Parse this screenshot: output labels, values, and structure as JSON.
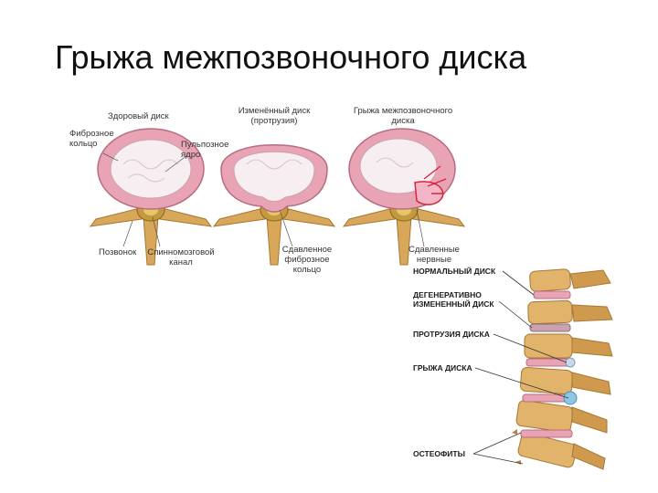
{
  "slide": {
    "title": "Грыжа межпозвоночного диска"
  },
  "top_panel": {
    "healthy": {
      "caption": "Здоровый диск",
      "fibrous_ring": "Фиброзное кольцо",
      "nucleus": "Пульпозное ядро",
      "vertebra": "Позвонок",
      "spinal_canal": "Спинномозговой канал"
    },
    "protrusion": {
      "caption": "Изменённый диск (протрузия)",
      "compressed_ring": "Сдавленное фиброзное кольцо"
    },
    "hernia": {
      "caption": "Грыжа межпозвоночного диска",
      "compressed_nerves": "Сдавленные нервные"
    }
  },
  "spine_panel": {
    "labels": [
      "НОРМАЛЬНЫЙ ДИСК",
      "ДЕГЕНЕРАТИВНО ИЗМЕНЕННЫЙ ДИСК",
      "ПРОТРУЗИЯ ДИСКА",
      "ГРЫЖА ДИСКА",
      "ОСТЕОФИТЫ"
    ]
  },
  "colors": {
    "ring_pink": "#e8a3b5",
    "nucleus_white": "#f7eef2",
    "bone": "#d9a75a",
    "hernia_red": "#d8263e"
  }
}
